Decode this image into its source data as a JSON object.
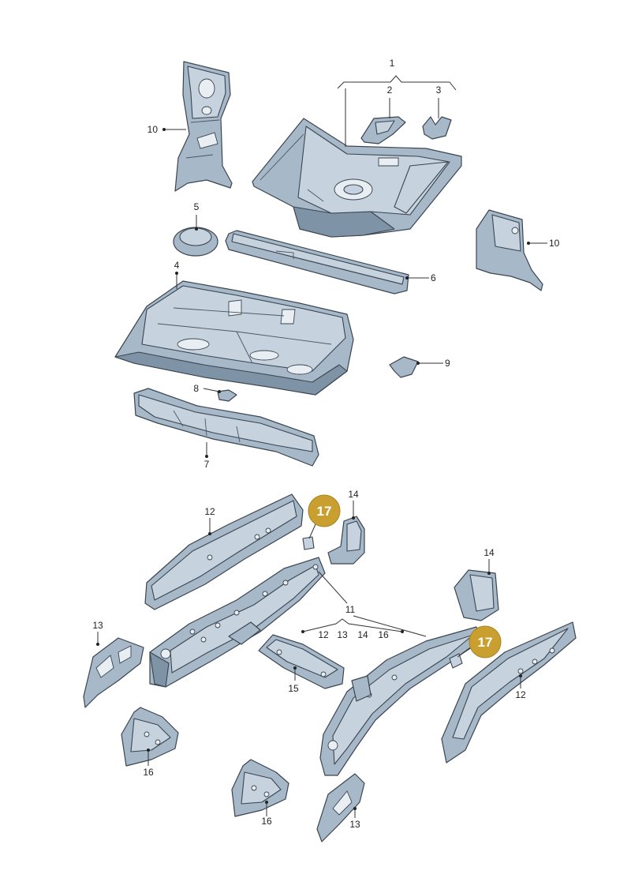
{
  "callouts": {
    "c1": "1",
    "c2": "2",
    "c3": "3",
    "c4": "4",
    "c5": "5",
    "c6": "6",
    "c7": "7",
    "c8": "8",
    "c9": "9",
    "c10a": "10",
    "c10b": "10",
    "c11": "11",
    "c12a": "12",
    "c12b": "12",
    "c12sub": "12",
    "c13a": "13",
    "c13b": "13",
    "c13sub": "13",
    "c14a": "14",
    "c14b": "14",
    "c14sub": "14",
    "c15": "15",
    "c16a": "16",
    "c16b": "16",
    "c16sub": "16"
  },
  "badges": {
    "b17a": "17",
    "b17b": "17"
  },
  "colors": {
    "badge": "#c9a030",
    "part": "#a7b8c9",
    "outline": "#3a4550"
  }
}
